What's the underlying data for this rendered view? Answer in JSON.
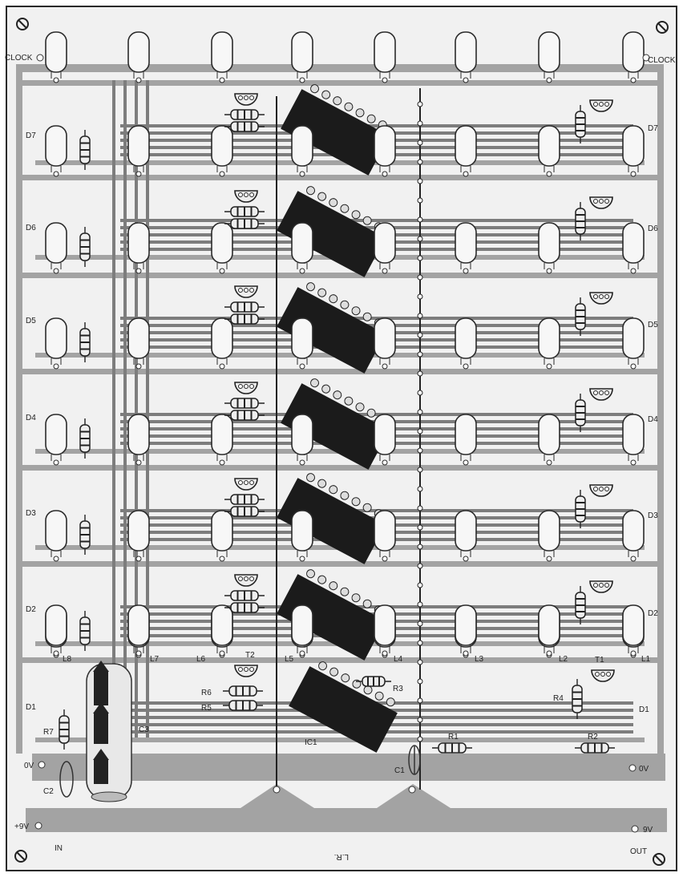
{
  "board": {
    "colors": {
      "background": "#f1f1f1",
      "copper": "#a3a3a3",
      "trace_dark": "#7d7d7d",
      "ic": "#1b1b1b",
      "led": "#f7f7f7",
      "outline": "#2a2a2a",
      "label": "#222222"
    },
    "edge_labels": {
      "clock_left": "CLOCK",
      "clock_right": "CLOCK",
      "zero_v_left": "0V",
      "zero_v_right": "0V",
      "plus_9v": "+9V",
      "nine_v_right": "9V",
      "in": "IN",
      "out": "OUT",
      "reversed_mark": "L.R."
    },
    "data_rows": [
      {
        "left": "D7",
        "right": "D7"
      },
      {
        "left": "D6",
        "right": "D6"
      },
      {
        "left": "D5",
        "right": "D5"
      },
      {
        "left": "D4",
        "right": "D4"
      },
      {
        "left": "D3",
        "right": "D3"
      },
      {
        "left": "D2",
        "right": "D2"
      },
      {
        "left": "D1",
        "right": "D1"
      }
    ],
    "led_labels": [
      "L8",
      "L7",
      "L6",
      "L5",
      "L4",
      "L3",
      "L2",
      "L1"
    ],
    "component_labels": {
      "c3": "C3",
      "r7": "R7",
      "c2": "C2",
      "t2": "T2",
      "r6": "R6",
      "r5": "R5",
      "ic1": "IC1",
      "r3": "R3",
      "c1": "C1",
      "r1": "R1",
      "r4": "R4",
      "t1": "T1",
      "r2": "R2"
    }
  }
}
